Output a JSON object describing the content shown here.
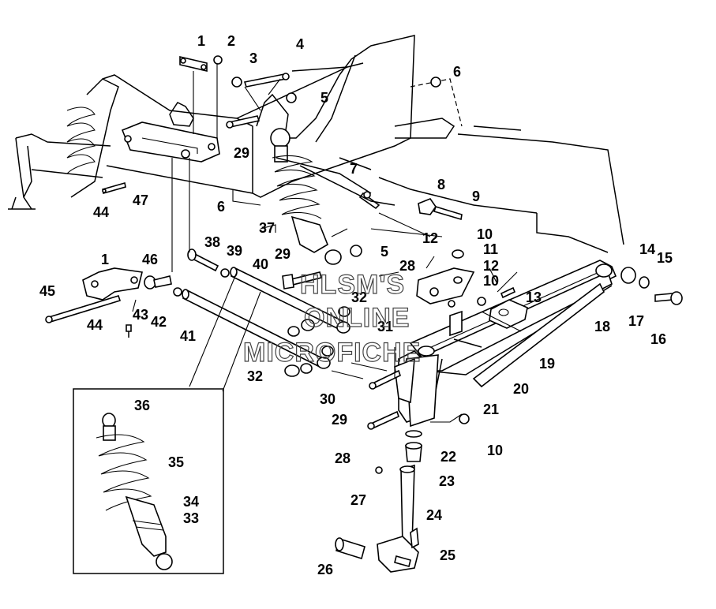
{
  "callouts": {
    "c1a": "1",
    "c2": "2",
    "c3": "3",
    "c4": "4",
    "c6a": "6",
    "c5a": "5",
    "c29a": "29",
    "c7": "7",
    "c8": "8",
    "c9": "9",
    "c6b": "6",
    "c47": "47",
    "c44a": "44",
    "c37": "37",
    "c12a": "12",
    "c10a": "10",
    "c11": "11",
    "c12b": "12",
    "c10b": "10",
    "c38": "38",
    "c39": "39",
    "c29b": "29",
    "c5b": "5",
    "c40": "40",
    "c28a": "28",
    "c13": "13",
    "c14": "14",
    "c15": "15",
    "c1b": "1",
    "c46": "46",
    "c45": "45",
    "c43": "43",
    "c42": "42",
    "c44b": "44",
    "c41": "41",
    "c32a": "32",
    "c31": "31",
    "c17": "17",
    "c18": "18",
    "c16": "16",
    "c19": "19",
    "c20": "20",
    "c32b": "32",
    "c30": "30",
    "c21": "21",
    "c29c": "29",
    "c36": "36",
    "c28b": "28",
    "c22": "22",
    "c10c": "10",
    "c35": "35",
    "c23": "23",
    "c27": "27",
    "c34": "34",
    "c24": "24",
    "c33": "33",
    "c25": "25",
    "c26": "26"
  },
  "watermark": {
    "line1": "HLSM'S",
    "line2": "ONLINE",
    "line3": "MICROFICHE"
  }
}
